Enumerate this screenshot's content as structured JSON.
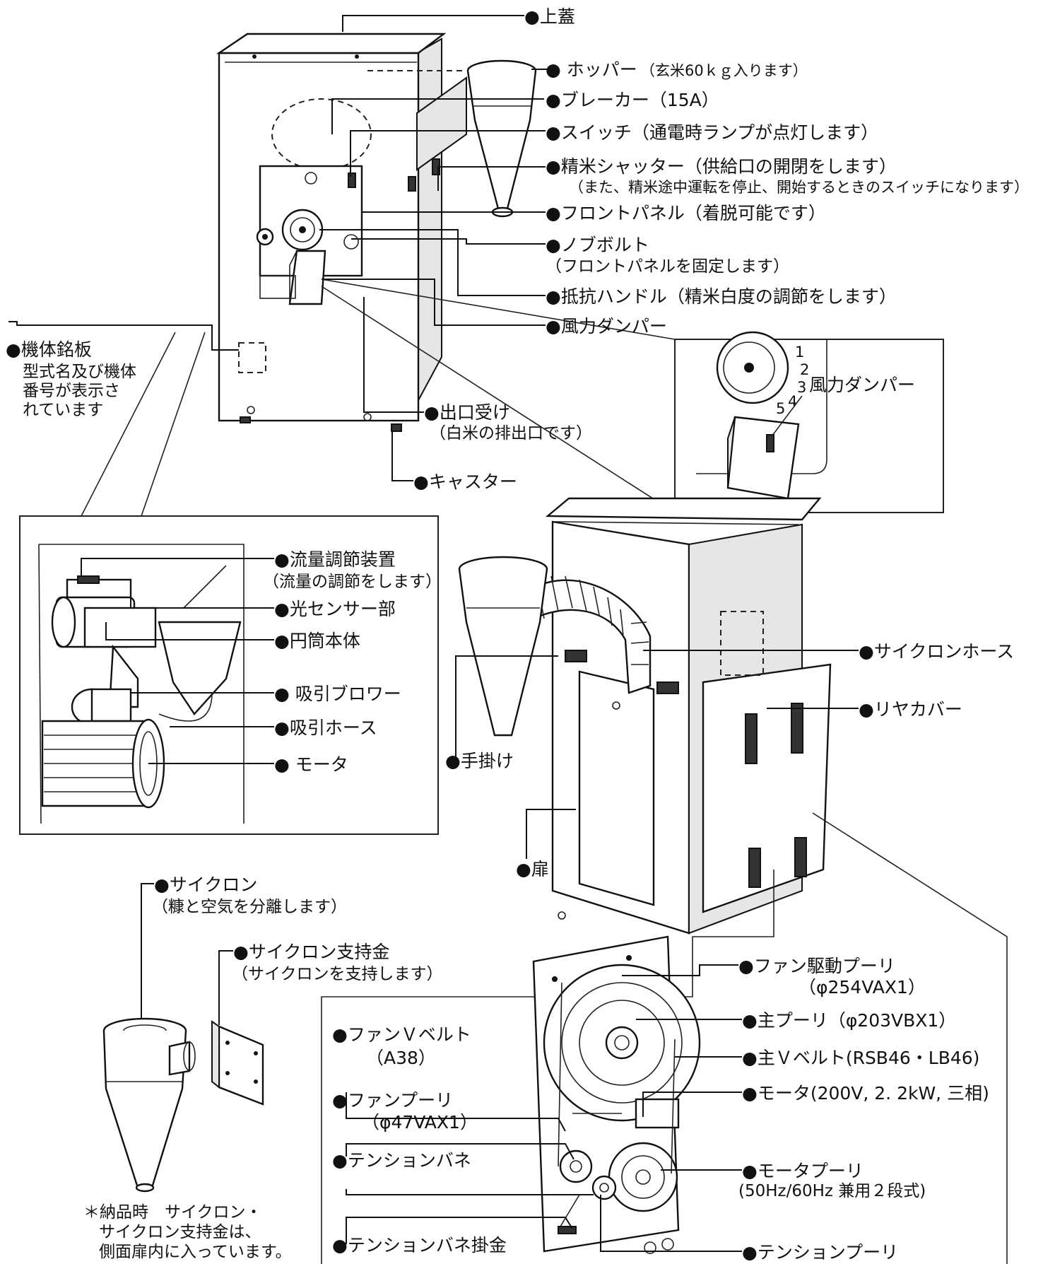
{
  "labels": {
    "top_lid": "●上蓋",
    "hopper": "● ホッパー",
    "hopper_note": "（玄米60ｋｇ入ります）",
    "breaker": "●ブレーカー（15A）",
    "switch": "●スイッチ（通電時ランプが点灯します）",
    "shutter": "●精米シャッター（供給口の開閉をします）",
    "shutter_note": "（また、精米途中運転を停止、開始するときのスイッチになります）",
    "front_panel": "●フロントパネル（着脱可能です）",
    "knob_bolt": "●ノブボルト",
    "knob_bolt_note": "（フロントパネルを固定します）",
    "resistance_handle": "●抵抗ハンドル（精米白度の調節をします）",
    "wind_damper": "●風力ダンパー",
    "wind_damper_detail": "風力ダンパー",
    "nameplate": "●機体銘板",
    "nameplate_note_1": "型式名及び機体",
    "nameplate_note_2": "番号が表示さ",
    "nameplate_note_3": "れています",
    "outlet": "●出口受け",
    "outlet_note": "（白米の排出口です）",
    "caster": "●キャスター",
    "flow_regulator": "●流量調節装置",
    "flow_regulator_note": "（流量の調節をします）",
    "light_sensor": "●光センサー部",
    "cylinder_body": "●円筒本体",
    "suction_blower": "● 吸引ブロワー",
    "suction_hose": "●吸引ホース",
    "motor_inner": "● モータ",
    "cyclone_hose": "●サイクロンホース",
    "rear_cover": "●リヤカバー",
    "handle": "●手掛け",
    "door": "●扉",
    "cyclone": "●サイクロン",
    "cyclone_note": "（糠と空気を分離します）",
    "cyclone_bracket": "●サイクロン支持金",
    "cyclone_bracket_note": "（サイクロンを支持します）",
    "delivery_note_1": "＊納品時　サイクロン・",
    "delivery_note_2": "サイクロン支持金は、",
    "delivery_note_3": "側面扉内に入っています。",
    "fan_drive_pulley": "●ファン駆動プーリ",
    "fan_drive_pulley_spec": "（φ254VAX1）",
    "main_pulley": "●主プーリ（φ203VBX1）",
    "main_v_belt": "●主Ｖベルト(RSB46・LB46)",
    "motor_spec": "●モータ(200V, 2. 2kW, 三相)",
    "motor_pulley": "●モータプーリ",
    "motor_pulley_note": "(50Hz/60Hz 兼用２段式)",
    "tension_pulley": "●テンションプーリ",
    "fan_v_belt": "●ファンＶベルト",
    "fan_v_belt_spec": "（A38）",
    "fan_pulley": "●ファンプーリ",
    "fan_pulley_spec": "（φ47VAX1）",
    "tension_spring": "●テンションバネ",
    "tension_spring_hook": "●テンションバネ掛金"
  },
  "dial_numbers": [
    "1",
    "2",
    "3",
    "4",
    "5"
  ]
}
